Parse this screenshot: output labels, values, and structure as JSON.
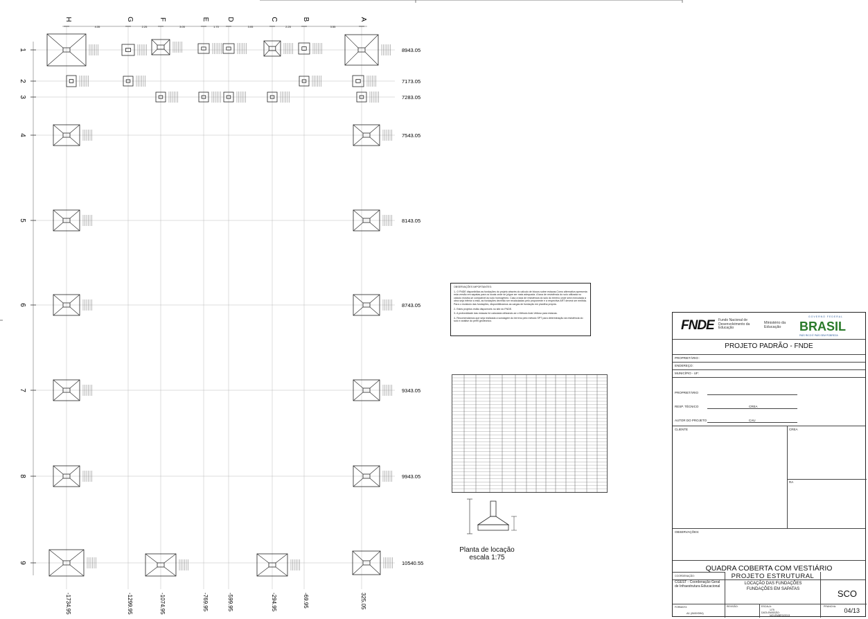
{
  "drawing": {
    "column_letters": [
      "H",
      "G",
      "F",
      "E",
      "D",
      "C",
      "B",
      "A"
    ],
    "column_spacings": [
      "4.35",
      "2.25",
      "3.05",
      "1.70",
      "3.05",
      "2.25",
      "3.55"
    ],
    "row_numbers": [
      "1",
      "2",
      "3",
      "4",
      "5",
      "6",
      "7",
      "8",
      "9"
    ],
    "row_elevations": [
      "8943.05",
      "7173.05",
      "7283.05",
      "7543.05",
      "8143.05",
      "8743.05",
      "9343.05",
      "9943.05",
      "10540.55"
    ],
    "bottom_x_values": [
      "-1734.95",
      "-1299.95",
      "-1074.95",
      "-769.95",
      "-599.95",
      "-294.95",
      "-69.95",
      "325.05"
    ]
  },
  "observations": {
    "title": "OBSERVAÇÕES IMPORTANTES:",
    "items": [
      "1- O FNDE disponibiliza as fundações do projeto através do cálculo de blocos sobre estacas.Como alternativa apresenta esta versão em sapatas para os locais onde se julgue ser mais adequada. A taxa de resistência do solo utilizada no cálculo mostra-se compatível ao solo homogêneo. Caso a taxa de resistência do solo do terreno onde será executada a obra seja inferior a esta, as fundações deverão ser recalculadas pelo proponente e a respectiva ART deverá ser emitida. Para o recálculo das fundações, disponibilizamos as cargas de fundação em planilha própria.",
      "2- Estes projetos estão disponíveis no site do FNDE.",
      "3- A profundidade das estacas foi calculada utilizando-se o Método Aoki-Velloso para estacas.",
      "4- Recomendamos que seja realizada a sondagem do terreno pelo método SPT para determinação da resistência do solo e análise do perfil geotécnico."
    ]
  },
  "planta": {
    "line1": "Planta de locação",
    "line2": "escala 1:75"
  },
  "title_block": {
    "fnde_logo": "FNDE",
    "fnde_name": "Fundo Nacional de Desenvolvimento da Educação",
    "ministry": "Ministério da Educação",
    "brasil_logo": "BRASIL",
    "brasil_top": "GOVERNO FEDERAL",
    "brasil_slogan": "PAÍS RICO É PAÍS SEM POBREZA",
    "header": "PROJETO PADRÃO - FNDE",
    "fields": [
      "PROPRIETÁRIO :",
      "ENDEREÇO:",
      "MUNICÍPIO  -  UF:"
    ],
    "proprietario": "PROPRIETÁRIO",
    "resp_tecnico": "RESP. TÉCNICO",
    "crea1": "CREA",
    "autor": "AUTOR  DO  PROJETO",
    "crea2": "CAU",
    "cliente": "CLIENTE",
    "crea3": "CREA",
    "ra": "RA",
    "observacoes": "OBSERVAÇÕES:",
    "project_title": "QUADRA COBERTA COM VESTIÁRIO",
    "project_sub": "PROJETO ESTRUTURAL",
    "coordination_label": "COORDENAÇÃO:",
    "coordination": "CGEST - Coordenação Geral de Infraestrutura Educacional",
    "drawing_title_1": "LOCAÇÃO DAS FUNDAÇÕES",
    "drawing_title_2": "FUNDAÇÕES EM SAPATAS",
    "discipline": "SCO",
    "sheet": "04/13",
    "formato_label": "FORMATO:",
    "formato": "A1 (840X594)",
    "revisao_label": "REVISÃO:",
    "escala_label": "ESCALA:",
    "escala": "1/75",
    "data_label": "DATA EMISSÃO:",
    "data": "NOVEMBRO/2013",
    "prancha_label": "PRANCHA:"
  }
}
